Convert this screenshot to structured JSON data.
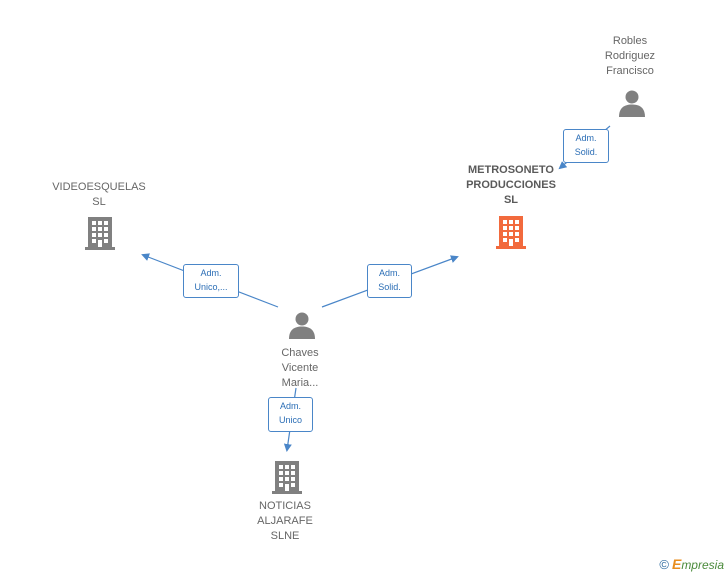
{
  "nodes": {
    "robles": {
      "lines": [
        "Robles",
        "Rodriguez",
        "Francisco"
      ]
    },
    "metrosoneto": {
      "lines": [
        "METROSONETO",
        "PRODUCCIONES",
        "SL"
      ]
    },
    "videoesquelas": {
      "lines": [
        "VIDEOESQUELAS",
        "SL"
      ]
    },
    "chaves": {
      "lines": [
        "Chaves",
        "Vicente",
        "Maria..."
      ]
    },
    "noticias": {
      "lines": [
        "NOTICIAS",
        "ALJARAFE",
        "SLNE"
      ]
    }
  },
  "edges": {
    "robles_metro": {
      "line1": "Adm.",
      "line2": "Solid."
    },
    "chaves_metro": {
      "line1": "Adm.",
      "line2": "Solid."
    },
    "chaves_video": {
      "line1": "Adm.",
      "line2": "Unico,..."
    },
    "chaves_noticias": {
      "line1": "Adm.",
      "line2": "Unico"
    }
  },
  "colors": {
    "edge": "#4a86c8",
    "person": "#808080",
    "company": "#808080",
    "highlight": "#f26a3d"
  },
  "footer": {
    "copyright": "©",
    "brand_initial": "E",
    "brand_rest": "mpresia"
  }
}
